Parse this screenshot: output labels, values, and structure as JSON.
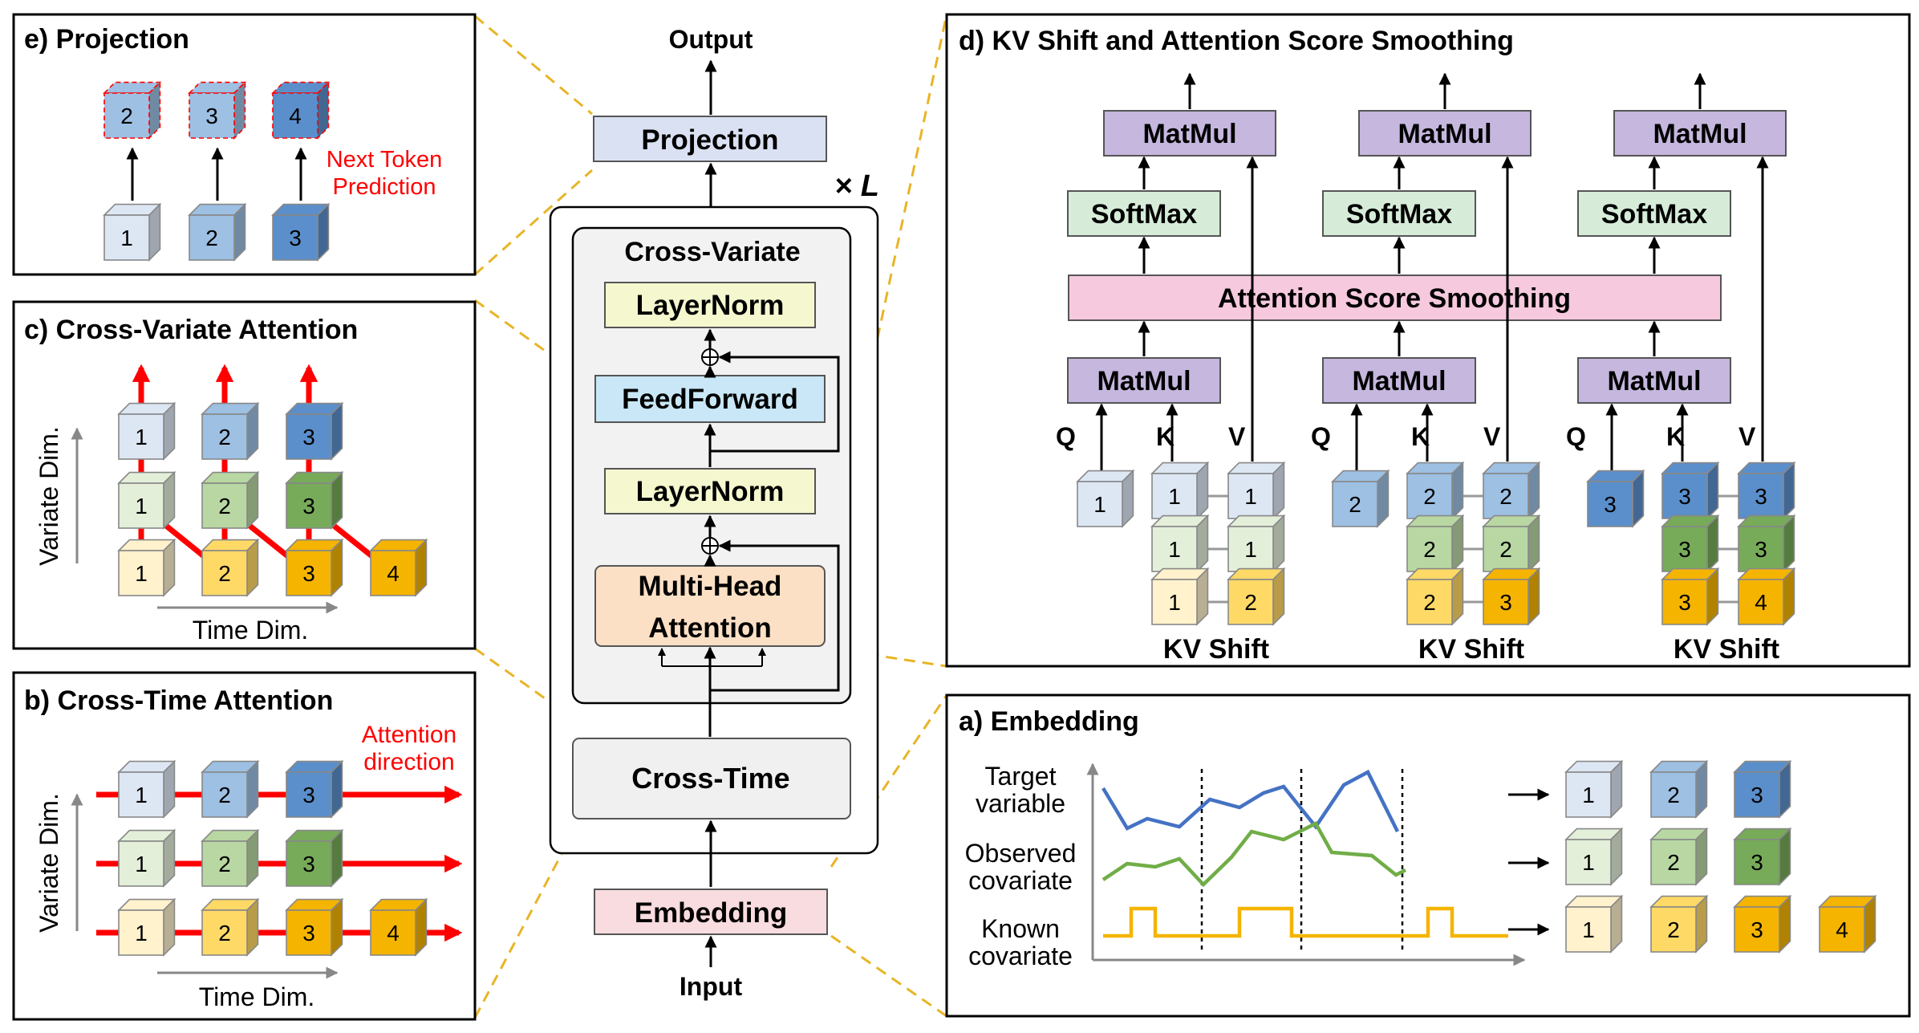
{
  "architecture": {
    "output": "Output",
    "input": "Input",
    "projection": "Projection",
    "repeat": "× L",
    "cross_variate_title": "Cross-Variate",
    "layernorm_top": "LayerNorm",
    "feedforward": "FeedForward",
    "layernorm_bottom": "LayerNorm",
    "mha_line1": "Multi-Head",
    "mha_line2": "Attention",
    "cross_time": "Cross-Time",
    "embedding": "Embedding"
  },
  "panel_e": {
    "title": "e) Projection",
    "label_line1": "Next Token",
    "label_line2": "Prediction",
    "outputs": [
      "2",
      "3",
      "4"
    ],
    "inputs": [
      "1",
      "2",
      "3"
    ]
  },
  "panel_c": {
    "title": "c) Cross-Variate Attention",
    "y_label": "Variate Dim.",
    "x_label": "Time Dim.",
    "row_top": [
      "1",
      "2",
      "3"
    ],
    "row_mid": [
      "1",
      "2",
      "3"
    ],
    "row_bot": [
      "1",
      "2",
      "3",
      "4"
    ]
  },
  "panel_b": {
    "title": "b) Cross-Time Attention",
    "label_line1": "Attention",
    "label_line2": "direction",
    "y_label": "Variate Dim.",
    "x_label": "Time Dim.",
    "row_top": [
      "1",
      "2",
      "3"
    ],
    "row_mid": [
      "1",
      "2",
      "3"
    ],
    "row_bot": [
      "1",
      "2",
      "3",
      "4"
    ]
  },
  "panel_d": {
    "title": "d) KV Shift and Attention Score Smoothing",
    "smoothing": "Attention Score Smoothing",
    "columns": [
      {
        "matmul_top": "MatMul",
        "softmax": "SoftMax",
        "matmul_bottom": "MatMul",
        "q": "Q",
        "k": "K",
        "v": "V",
        "q_val": "1",
        "k_vals": [
          "1",
          "1",
          "1"
        ],
        "v_vals": [
          "1",
          "1",
          "2"
        ],
        "shift": "KV Shift"
      },
      {
        "matmul_top": "MatMul",
        "softmax": "SoftMax",
        "matmul_bottom": "MatMul",
        "q": "Q",
        "k": "K",
        "v": "V",
        "q_val": "2",
        "k_vals": [
          "2",
          "2",
          "2"
        ],
        "v_vals": [
          "2",
          "2",
          "3"
        ],
        "shift": "KV Shift"
      },
      {
        "matmul_top": "MatMul",
        "softmax": "SoftMax",
        "matmul_bottom": "MatMul",
        "q": "Q",
        "k": "K",
        "v": "V",
        "q_val": "3",
        "k_vals": [
          "3",
          "3",
          "3"
        ],
        "v_vals": [
          "3",
          "3",
          "4"
        ],
        "shift": "KV Shift"
      }
    ]
  },
  "panel_a": {
    "title": "a) Embedding",
    "target_line1": "Target",
    "target_line2": "variable",
    "observed_line1": "Observed",
    "observed_line2": "covariate",
    "known_line1": "Known",
    "known_line2": "covariate",
    "row_target": [
      "1",
      "2",
      "3"
    ],
    "row_observed": [
      "1",
      "2",
      "3"
    ],
    "row_known": [
      "1",
      "2",
      "3",
      "4"
    ]
  },
  "colors": {
    "blue": [
      "#dde7f4",
      "#9dc0e3",
      "#5b8fcb"
    ],
    "green": [
      "#e3efd9",
      "#b8d7a2",
      "#77ab59"
    ],
    "yellow": [
      "#fff2cc",
      "#ffd966",
      "#f4b400"
    ],
    "projection_box": "#dae1f3",
    "layernorm_box": "#f5f7cf",
    "feedforward_box": "#c9e7f6",
    "mha_box": "#fce0c5",
    "crosstime_box": "#f0f0f0",
    "embedding_box": "#f9dcdf",
    "matmul_box": "#c5b7de",
    "softmax_box": "#d6ecd9",
    "smoothing_box": "#f6c9de",
    "dashed_connector": "#e8b528",
    "attention_red": "#ff0000",
    "line_blue": "#4472c4",
    "line_green": "#70ad47",
    "line_yellow": "#f4b400"
  }
}
